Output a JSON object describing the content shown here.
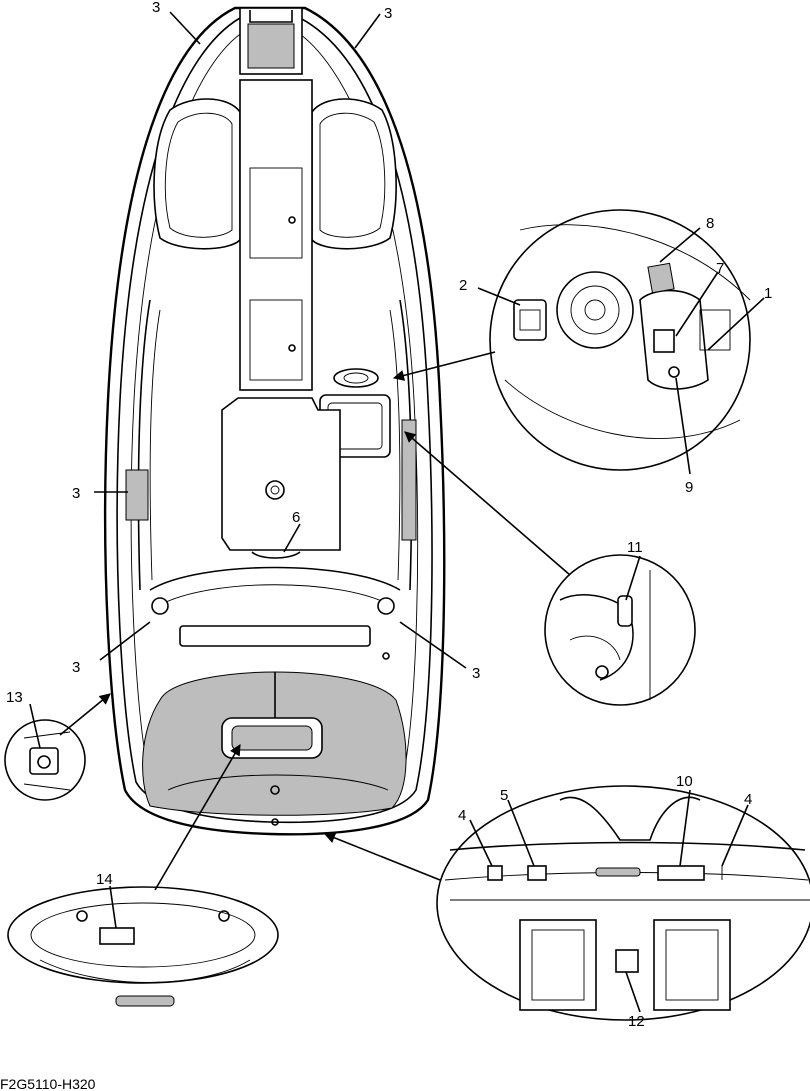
{
  "diagram": {
    "callouts": {
      "c1": "1",
      "c2": "2",
      "c3": "3",
      "c4": "4",
      "c5": "5",
      "c6": "6",
      "c7": "7",
      "c8": "8",
      "c9": "9",
      "c10": "10",
      "c11": "11",
      "c12": "12",
      "c13": "13",
      "c14": "14"
    },
    "code": "F2G5110-H320"
  }
}
